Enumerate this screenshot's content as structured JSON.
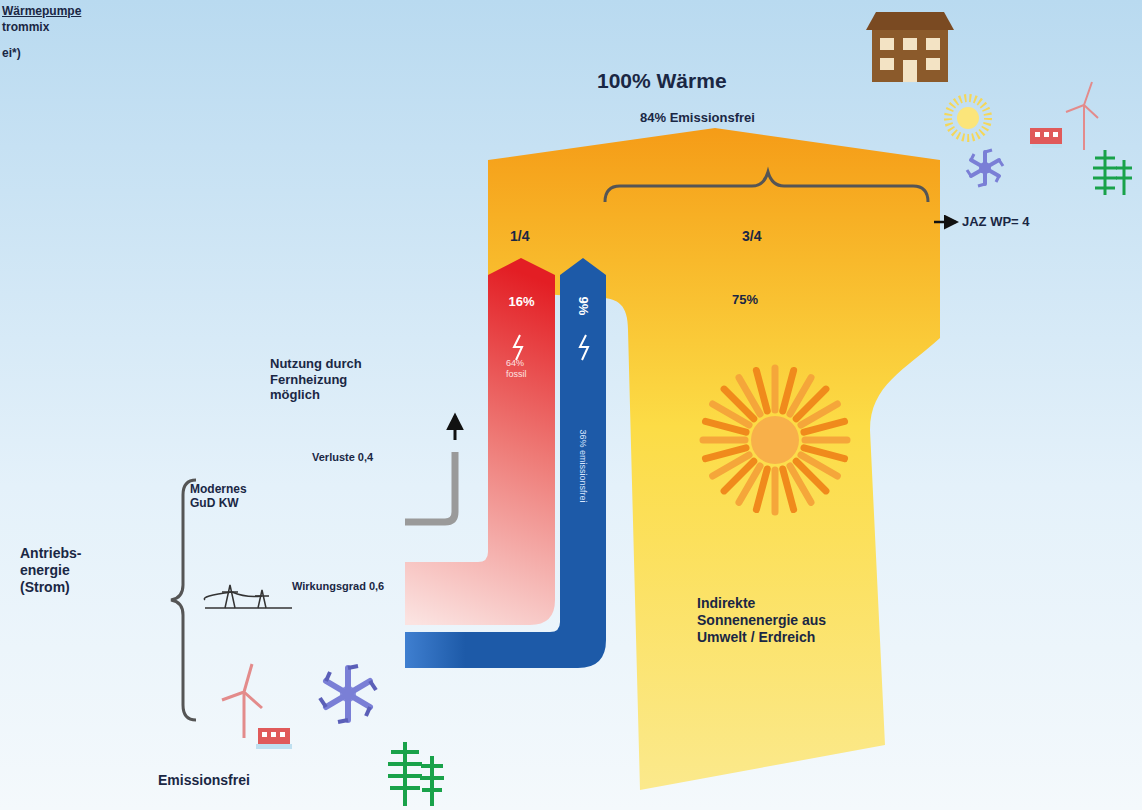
{
  "diagram": {
    "title": "Wärmepumpe",
    "nodes": [
      {
        "text": [
          "100% Wärme",
          "84% Emissionsfrei"
        ]
      },
      {
        "text": [
          "16%",
          "64% fossil"
        ]
      },
      {
        "text": [
          "9%",
          "36% emissionsfrei"
        ]
      },
      {
        "text": [
          "75%",
          "Indirekte Sonnenenergie aus Umwelt / Erdreich"
        ]
      }
    ],
    "labels": [
      "trommix",
      "ei*)",
      "1/4",
      "3/4",
      "JAZ WP= 4",
      "Nutzung durch Fernheizung möglich",
      "Verluste 0,4",
      "Modernes GuD KW",
      "Antriebs- energie (Strom)",
      "Wirkungsgrad 0,6",
      "Emissionsfrei"
    ]
  }
}
